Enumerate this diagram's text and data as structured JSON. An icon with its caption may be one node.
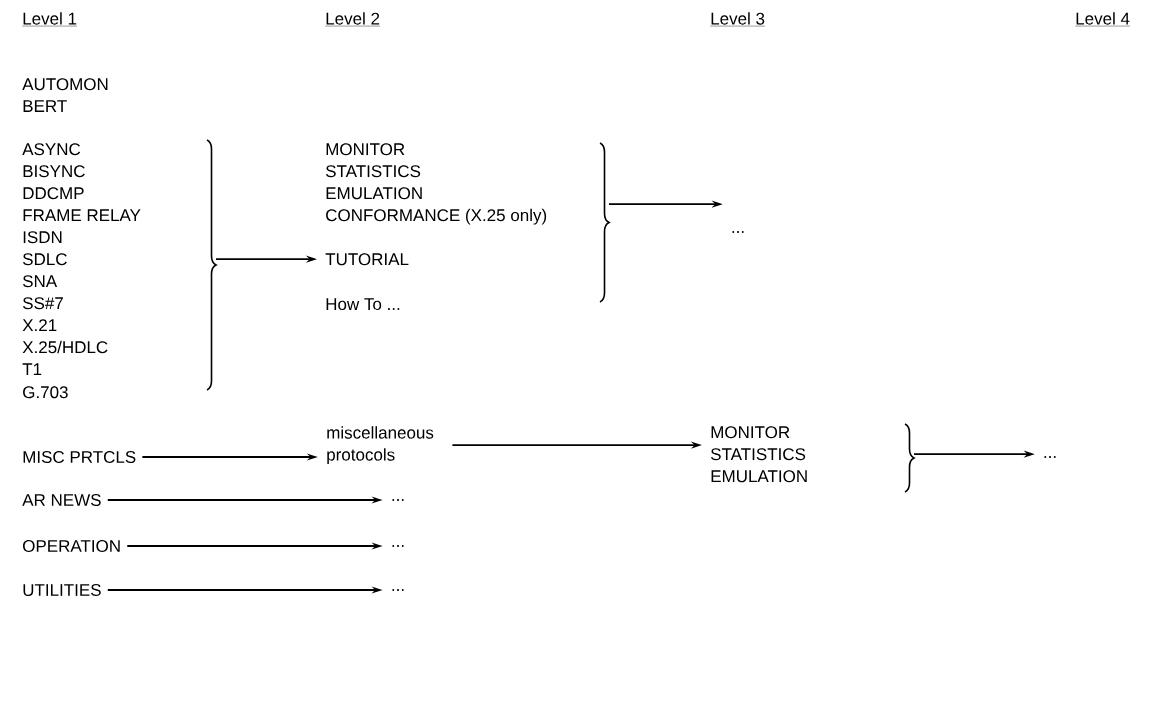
{
  "diagram": {
    "nodes": [
      {
        "text": [
          "ASYNC",
          "BISYNC",
          "DDCMP",
          "FRAME RELAY",
          "ISDN",
          "SDLC",
          "SNA",
          "SS#7",
          "X.21",
          "X.25/HDLC",
          "T1"
        ]
      },
      {
        "text": [
          "MONITOR",
          "STATISTICS",
          "EMULATION",
          "CONFORMANCE (X.25 only)",
          "TUTORIAL"
        ]
      },
      {
        "text": [
          "..."
        ]
      },
      {
        "text": [
          "MISC PRTCLS"
        ]
      },
      {
        "text": [
          "miscellaneous protocols"
        ]
      },
      {
        "text": [
          "MONITOR",
          "STATISTICS",
          "EMULATION"
        ]
      },
      {
        "text": [
          "..."
        ]
      },
      {
        "text": [
          "AR NEWS"
        ]
      },
      {
        "text": [
          "..."
        ]
      },
      {
        "text": [
          "OPERATION"
        ]
      },
      {
        "text": [
          "..."
        ]
      },
      {
        "text": [
          "UTILITIES"
        ]
      },
      {
        "text": [
          "..."
        ]
      }
    ],
    "edges": [
      {
        "from": 0,
        "to": 1,
        "arrow": "to"
      },
      {
        "from": 1,
        "to": 2,
        "arrow": "to"
      },
      {
        "from": 3,
        "to": 4,
        "arrow": "to"
      },
      {
        "from": 4,
        "to": 5,
        "arrow": "to"
      },
      {
        "from": 5,
        "to": 6,
        "arrow": "to"
      },
      {
        "from": 7,
        "to": 8,
        "arrow": "to"
      },
      {
        "from": 9,
        "to": 10,
        "arrow": "to"
      },
      {
        "from": 11,
        "to": 12,
        "arrow": "to"
      }
    ],
    "labels": [
      "Level 1",
      "Level 2",
      "Level 3",
      "Level 4",
      "AUTOMON",
      "BERT",
      "How To ...",
      "G.703"
    ]
  }
}
